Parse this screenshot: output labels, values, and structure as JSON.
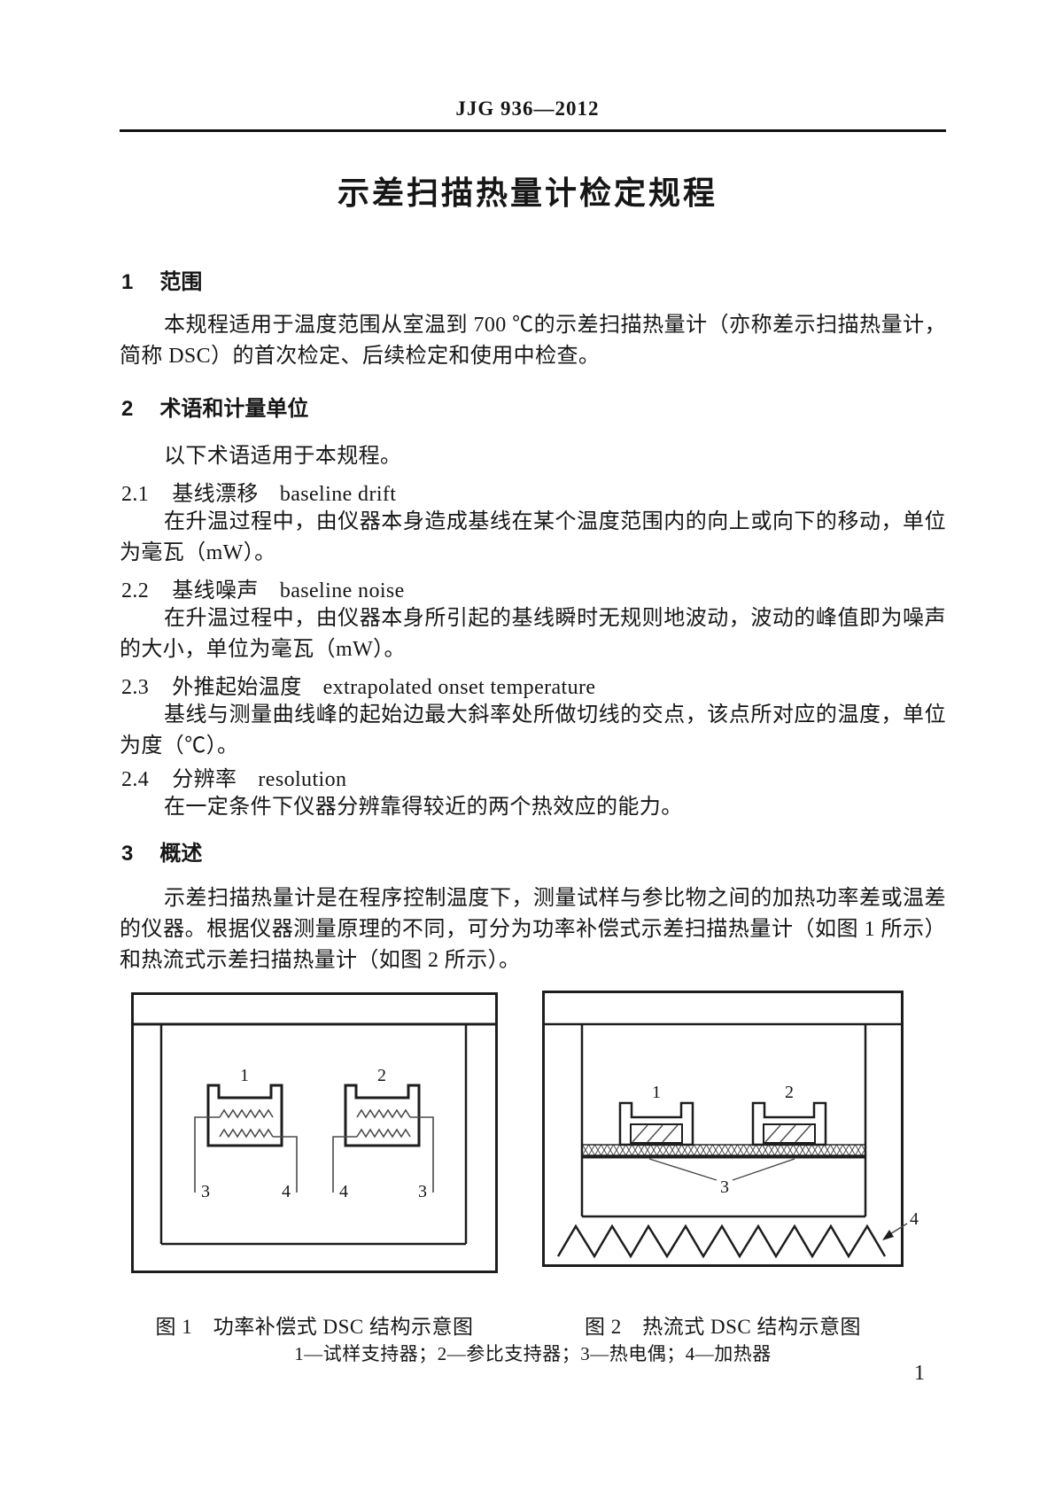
{
  "page": {
    "doc_code": "JJG 936—2012",
    "title": "示差扫描热量计检定规程",
    "page_number": "1"
  },
  "sections": {
    "s1": {
      "num": "1",
      "title": "范围",
      "body": "本规程适用于温度范围从室温到 700 ℃的示差扫描热量计（亦称差示扫描热量计，简称 DSC）的首次检定、后续检定和使用中检查。"
    },
    "s2": {
      "num": "2",
      "title": "术语和计量单位",
      "intro": "以下术语适用于本规程。",
      "terms": [
        {
          "num": "2.1",
          "zh": "基线漂移",
          "en": "baseline drift",
          "def": "在升温过程中，由仪器本身造成基线在某个温度范围内的向上或向下的移动，单位为毫瓦（mW）。"
        },
        {
          "num": "2.2",
          "zh": "基线噪声",
          "en": "baseline noise",
          "def": "在升温过程中，由仪器本身所引起的基线瞬时无规则地波动，波动的峰值即为噪声的大小，单位为毫瓦（mW）。"
        },
        {
          "num": "2.3",
          "zh": "外推起始温度",
          "en": "extrapolated onset temperature",
          "def": "基线与测量曲线峰的起始边最大斜率处所做切线的交点，该点所对应的温度，单位为度（℃）。"
        },
        {
          "num": "2.4",
          "zh": "分辨率",
          "en": "resolution",
          "def": "在一定条件下仪器分辨靠得较近的两个热效应的能力。"
        }
      ]
    },
    "s3": {
      "num": "3",
      "title": "概述",
      "body": "示差扫描热量计是在程序控制温度下，测量试样与参比物之间的加热功率差或温差的仪器。根据仪器测量原理的不同，可分为功率补偿式示差扫描热量计（如图 1 所示）和热流式示差扫描热量计（如图 2 所示）。"
    }
  },
  "figures": {
    "fig1": {
      "caption": "图 1　功率补偿式 DSC 结构示意图",
      "labels": [
        "1",
        "2",
        "3",
        "4",
        "4",
        "3"
      ]
    },
    "fig2": {
      "caption": "图 2　热流式 DSC 结构示意图",
      "labels": [
        "1",
        "2",
        "3",
        "4"
      ]
    },
    "legend": "1—试样支持器；2—参比支持器；3—热电偶；4—加热器"
  }
}
